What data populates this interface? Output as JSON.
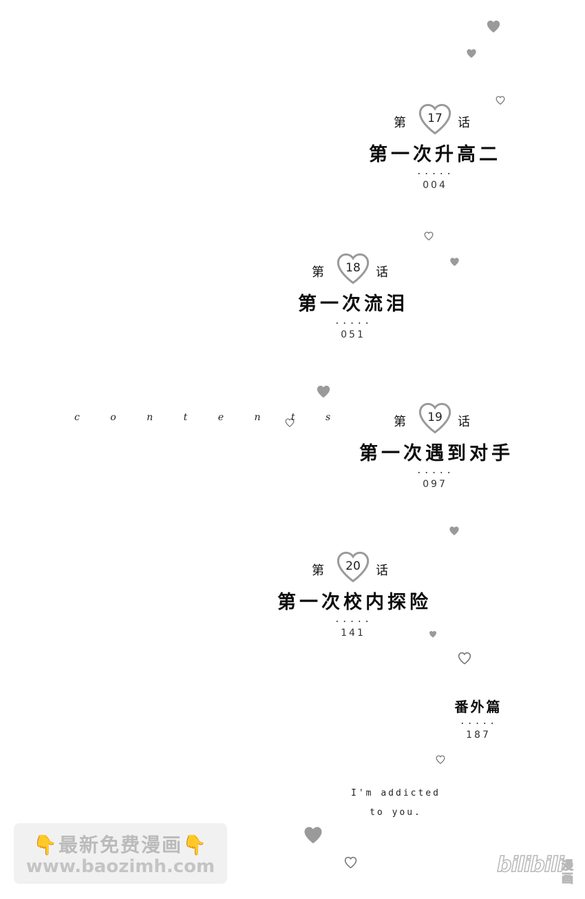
{
  "contents_label": "c o n t e n t s",
  "chapters": [
    {
      "prefix": "第",
      "number": "17",
      "suffix": "话",
      "title": "第一次升高二",
      "dots": ".....",
      "page": "004"
    },
    {
      "prefix": "第",
      "number": "18",
      "suffix": "话",
      "title": "第一次流泪",
      "dots": ".....",
      "page": "051"
    },
    {
      "prefix": "第",
      "number": "19",
      "suffix": "话",
      "title": "第一次遇到对手",
      "dots": ".....",
      "page": "097"
    },
    {
      "prefix": "第",
      "number": "20",
      "suffix": "话",
      "title": "第一次校内探险",
      "dots": ".....",
      "page": "141"
    }
  ],
  "extra": {
    "title": "番外篇",
    "dots": ".....",
    "page": "187"
  },
  "tagline": {
    "line1": "I'm addicted",
    "line2": "to you."
  },
  "watermark": {
    "emoji": "👇",
    "line1": "最新免费漫画",
    "line2": "www.baozimh.com"
  },
  "logo": {
    "brand": "bilibili",
    "sub": "漫画"
  },
  "colors": {
    "heart": "#9a9a9a",
    "text": "#111111",
    "watermark": "#bbbbbb"
  }
}
